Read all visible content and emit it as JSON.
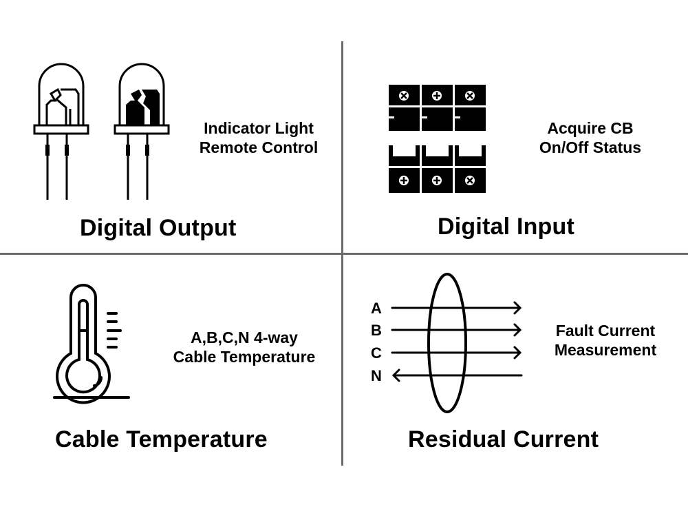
{
  "panels": {
    "digital_output": {
      "title": "Digital Output",
      "description": [
        "Indicator Light",
        "Remote Control"
      ],
      "icon": "led-icon"
    },
    "digital_input": {
      "title": "Digital Input",
      "description": [
        "Acquire CB",
        "On/Off Status"
      ],
      "icon": "circuit-breaker-icon"
    },
    "cable_temperature": {
      "title": "Cable Temperature",
      "description": [
        "A,B,C,N 4-way",
        "Cable Temperature"
      ],
      "icon": "thermometer-icon"
    },
    "residual_current": {
      "title": "Residual Current",
      "description": [
        "Fault Current",
        "Measurement"
      ],
      "icon": "current-transformer-icon",
      "phases": [
        "A",
        "B",
        "C",
        "N"
      ]
    }
  }
}
